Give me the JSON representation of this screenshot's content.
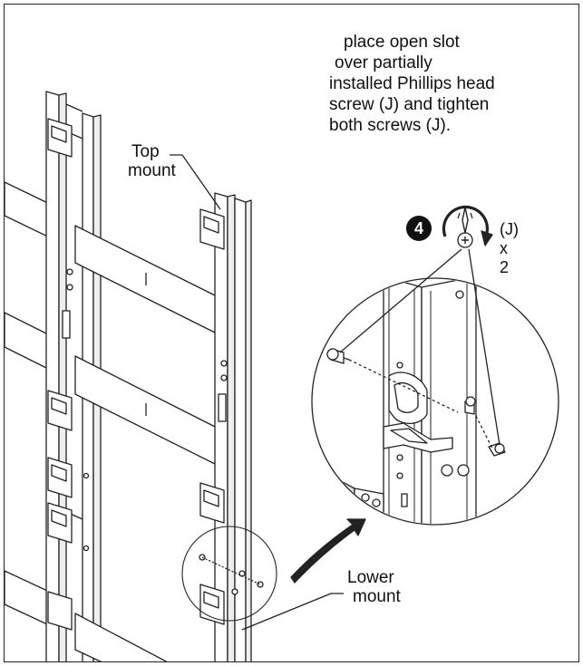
{
  "instruction": {
    "lines": [
      "place open slot",
      "over partially",
      "installed Phillips head",
      "screw (J) and tighten",
      "both screws (J)."
    ]
  },
  "labels": {
    "top_mount": [
      "Top",
      "mount"
    ],
    "lower_mount": [
      "Lower",
      "mount"
    ]
  },
  "callout": {
    "step_number": "4",
    "quantity": "(J) x 2",
    "icon": "phillips-screwdriver-rotate-icon"
  },
  "colors": {
    "line": "#222222",
    "fill": "#ffffff",
    "panel": "#e6e6e6"
  }
}
